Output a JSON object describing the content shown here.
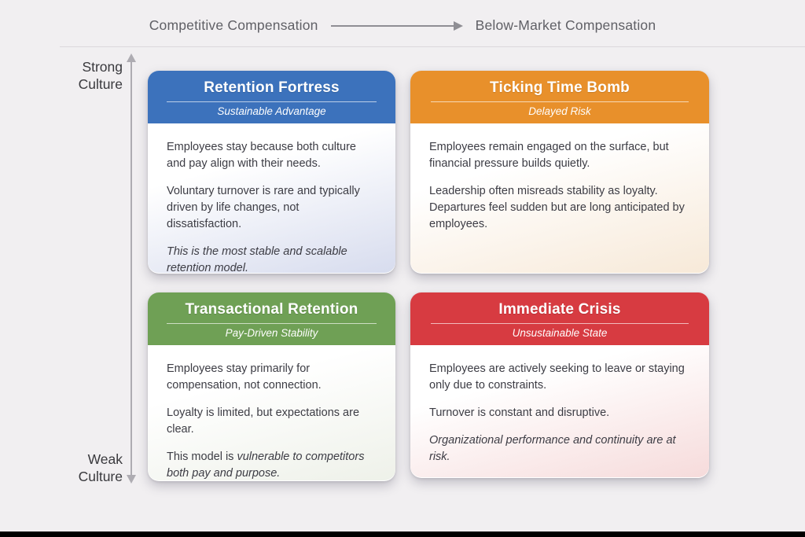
{
  "axes": {
    "x_label_left": "Competitive Compensation",
    "x_label_right": "Below-Market Compensation",
    "y_top_line1": "Strong",
    "y_top_line2": "Culture",
    "y_bottom_line1": "Weak",
    "y_bottom_line2": "Culture"
  },
  "colors": {
    "axis_gray": "#8f8e94",
    "quadrant_blue": "#3c72bc",
    "quadrant_orange": "#e8902b",
    "quadrant_green": "#6fa055",
    "quadrant_red": "#d73b41"
  },
  "quadrants": [
    {
      "title": "Retention Fortress",
      "subtitle": "Sustainable Advantage",
      "header_color": "#3c72bc",
      "body_tint": "#d7dcee",
      "paragraphs": [
        [
          {
            "t": "Employees stay because both culture and pay align with their needs.",
            "i": false
          }
        ],
        [
          {
            "t": "Voluntary turnover is rare and typically driven by life changes, not dissatisfaction.",
            "i": false
          }
        ],
        [
          {
            "t": "This is the most stable and scalable retention model.",
            "i": true
          }
        ]
      ]
    },
    {
      "title": "Ticking Time Bomb",
      "subtitle": "Delayed Risk",
      "header_color": "#e8902b",
      "body_tint": "#f7e9d8",
      "paragraphs": [
        [
          {
            "t": "Employees remain engaged on the surface, but financial pressure builds quietly.",
            "i": false
          }
        ],
        [
          {
            "t": "Leadership often misreads stability as loyalty. Departures feel sudden but are long anticipated by employees.",
            "i": false
          }
        ]
      ]
    },
    {
      "title": "Transactional Retention",
      "subtitle": "Pay-Driven Stability",
      "header_color": "#6fa055",
      "body_tint": "#eef1e9",
      "paragraphs": [
        [
          {
            "t": "Employees stay primarily for compensation, not connection.",
            "i": false
          }
        ],
        [
          {
            "t": "Loyalty is limited, but expectations are clear.",
            "i": false
          }
        ],
        [
          {
            "t": "This model is ",
            "i": false
          },
          {
            "t": "vulnerable to competitors both pay and purpose.",
            "i": true
          }
        ]
      ]
    },
    {
      "title": "Immediate Crisis",
      "subtitle": "Unsustainable State",
      "header_color": "#d73b41",
      "body_tint": "#f6dbdb",
      "paragraphs": [
        [
          {
            "t": "Employees are actively seeking to leave or staying only due to constraints.",
            "i": false
          }
        ],
        [
          {
            "t": "Turnover is constant and disruptive.",
            "i": false
          }
        ],
        [
          {
            "t": "Organizational performance and continuity are at risk.",
            "i": true
          }
        ]
      ]
    }
  ]
}
